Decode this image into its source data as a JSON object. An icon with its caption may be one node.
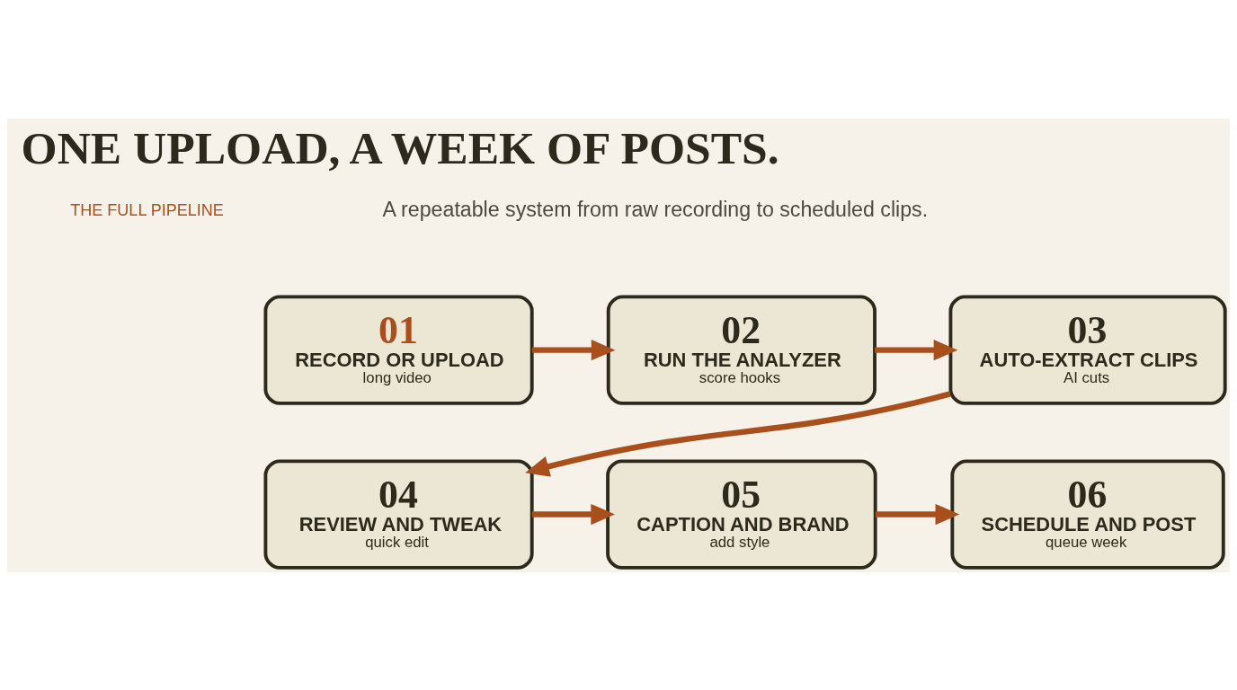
{
  "diagram": {
    "title": "ONE UPLOAD, A WEEK OF POSTS.",
    "nodes": [
      {
        "text": [
          "01",
          "RECORD OR UPLOAD",
          "long video"
        ]
      },
      {
        "text": [
          "02",
          "RUN THE ANALYZER",
          "score hooks"
        ]
      },
      {
        "text": [
          "03",
          "AUTO-EXTRACT CLIPS",
          "AI cuts"
        ]
      },
      {
        "text": [
          "04",
          "REVIEW AND TWEAK",
          "quick edit"
        ]
      },
      {
        "text": [
          "05",
          "CAPTION AND BRAND",
          "add style"
        ]
      },
      {
        "text": [
          "06",
          "SCHEDULE AND POST",
          "queue week"
        ]
      }
    ],
    "edges": [
      {
        "from": 0,
        "to": 1,
        "arrow": "to"
      },
      {
        "from": 1,
        "to": 2,
        "arrow": "to"
      },
      {
        "from": 2,
        "to": 3,
        "arrow": "to"
      },
      {
        "from": 3,
        "to": 4,
        "arrow": "to"
      },
      {
        "from": 4,
        "to": 5,
        "arrow": "to"
      }
    ],
    "labels": [
      "THE FULL PIPELINE",
      "A repeatable system from raw recording to scheduled clips."
    ]
  }
}
